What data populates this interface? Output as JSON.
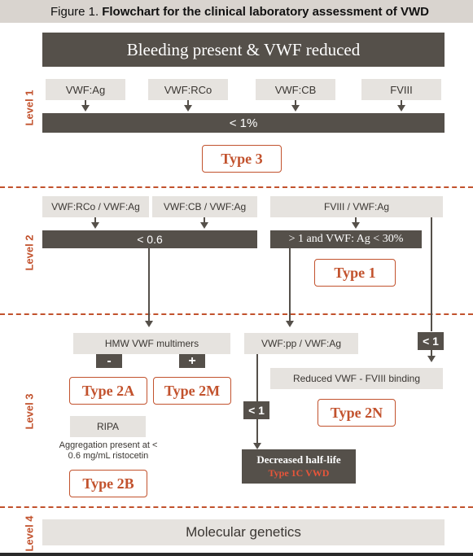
{
  "title": {
    "figure": "Figure 1.",
    "text": "Flowchart for the clinical laboratory assessment of VWD"
  },
  "levels": [
    "Level 1",
    "Level 2",
    "Level 3",
    "Level 4"
  ],
  "level1": {
    "header": "Bleeding present & VWF reduced",
    "tests": [
      "VWF:Ag",
      "VWF:RCo",
      "VWF:CB",
      "FVIII"
    ],
    "threshold": "< 1%",
    "result": "Type 3"
  },
  "level2": {
    "ratio1": "VWF:RCo / VWF:Ag",
    "ratio2": "VWF:CB / VWF:Ag",
    "ratio3": "FVIII / VWF:Ag",
    "threshold_left": "< 0.6",
    "threshold_right": "> 1 and VWF: Ag < 30%",
    "result": "Type 1"
  },
  "level3": {
    "multimers": "HMW VWF multimers",
    "minus": "-",
    "plus": "+",
    "type2a": "Type 2A",
    "type2m": "Type 2M",
    "ripa": "RIPA",
    "aggregation": "Aggregation present at < 0.6 mg/mL ristocetin",
    "type2b": "Type 2B",
    "pp_ratio": "VWF:pp / VWF:Ag",
    "lt1_left": "< 1",
    "lt1_right": "< 1",
    "binding": "Reduced VWF - FVIII binding",
    "type2n": "Type 2N",
    "halflife": "Decreased half-life",
    "type1c": "Type 1C VWD"
  },
  "level4": {
    "genetics": "Molecular genetics"
  },
  "colors": {
    "accent": "#c2522d",
    "dark_box": "#55504a",
    "light_box": "#e6e3df",
    "title_bar": "#d9d4cf"
  }
}
